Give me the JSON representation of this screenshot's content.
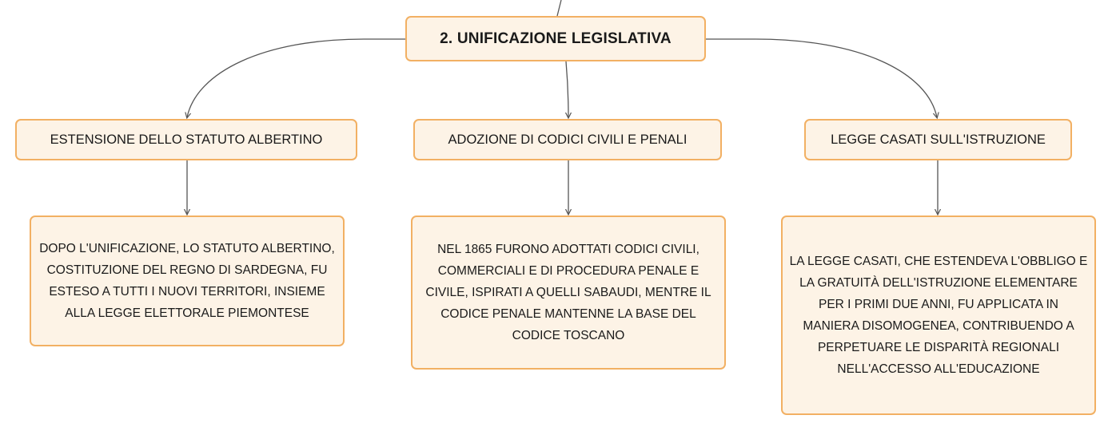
{
  "root": {
    "label": "2. UNIFICAZIONE LEGISLATIVA"
  },
  "branches": [
    {
      "label": "ESTENSIONE DELLO STATUTO ALBERTINO",
      "detail": "DOPO L'UNIFICAZIONE, LO STATUTO ALBERTINO, COSTITUZIONE DEL REGNO DI SARDEGNA, FU ESTESO A TUTTI I NUOVI TERRITORI, INSIEME ALLA LEGGE ELETTORALE PIEMONTESE"
    },
    {
      "label": "ADOZIONE DI CODICI CIVILI E PENALI",
      "detail": "NEL 1865 FURONO ADOTTATI CODICI CIVILI, COMMERCIALI E DI PROCEDURA PENALE E CIVILE, ISPIRATI A QUELLI SABAUDI, MENTRE IL CODICE PENALE MANTENNE LA BASE DEL CODICE TOSCANO"
    },
    {
      "label": "LEGGE CASATI SULL'ISTRUZIONE",
      "detail": "LA LEGGE CASATI, CHE ESTENDEVA L'OBBLIGO E LA GRATUITÀ DELL'ISTRUZIONE ELEMENTARE PER I PRIMI DUE ANNI, FU APPLICATA IN MANIERA DISOMOGENEA, CONTRIBUENDO A PERPETUARE LE DISPARITÀ REGIONALI NELL'ACCESSO ALL'EDUCAZIONE"
    }
  ],
  "colors": {
    "node_fill": "#fdf3e6",
    "node_border": "#f2b063",
    "connector": "#555555"
  }
}
